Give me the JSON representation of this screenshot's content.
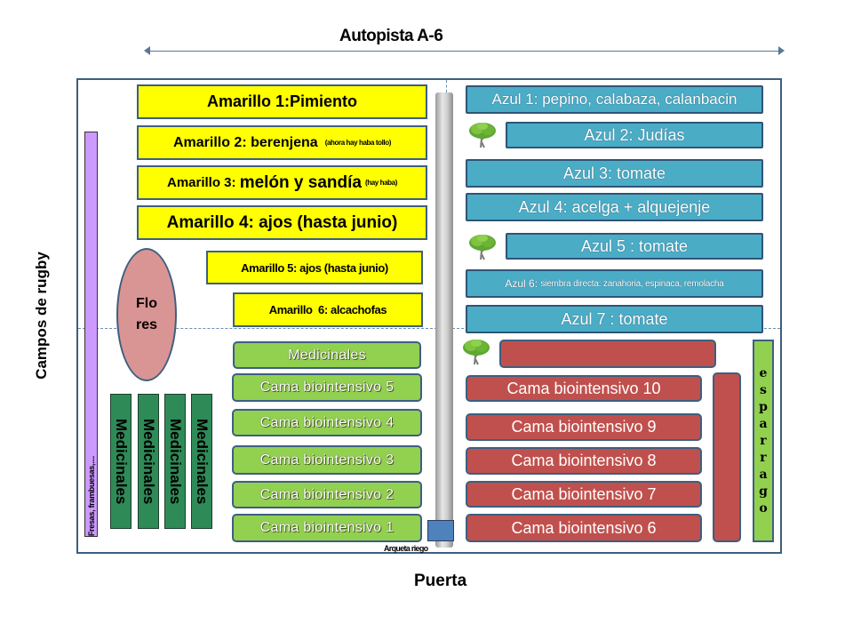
{
  "header": {
    "top_label": "Autopista A-6",
    "left_label": "Campos de rugby",
    "bottom_label": "Puerta"
  },
  "colors": {
    "amarillo": "#ffff00",
    "azul": "#4bacc6",
    "verde": "#92d050",
    "rojo": "#c0504d",
    "medicinales_verticales": "#2e8b57",
    "fresas": "#cc99ff",
    "flores": "#d99594",
    "borde": "#3d5f80"
  },
  "amarillo": [
    {
      "main": "Amarillo 1:Pimiento",
      "note": ""
    },
    {
      "main": "Amarillo 2: berenjena",
      "note": "(ahora hay haba tollo)"
    },
    {
      "main_a": "Amarillo 3: ",
      "main_b": "melón y sandía",
      "note": "(hay haba)"
    },
    {
      "main": "Amarillo 4: ajos (hasta junio)",
      "note": ""
    },
    {
      "main": "Amarillo 5: ajos (hasta junio)",
      "note": ""
    },
    {
      "main": "Amarillo  6: alcachofas",
      "note": ""
    }
  ],
  "azul": [
    {
      "label": "Azul 1: pepino, calabaza, calanbacin"
    },
    {
      "label": "Azul 2: Judías"
    },
    {
      "label": "Azul 3: tomate"
    },
    {
      "label": "Azul 4: acelga + alquejenje"
    },
    {
      "label": "Azul 5 : tomate"
    },
    {
      "label_a": "Azul 6: ",
      "label_b": "siembra directa: zanahoria, espinaca, remolacha"
    },
    {
      "label": "Azul 7 : tomate"
    }
  ],
  "verde": [
    {
      "label": "Medicinales"
    },
    {
      "label": "Cama biointensivo 5"
    },
    {
      "label": "Cama biointensivo 4"
    },
    {
      "label": "Cama biointensivo 3"
    },
    {
      "label": "Cama biointensivo 2"
    },
    {
      "label": "Cama biointensivo 1"
    }
  ],
  "rojo": [
    {
      "label": ""
    },
    {
      "label": "Cama biointensivo 10"
    },
    {
      "label": "Cama biointensivo 9"
    },
    {
      "label": "Cama biointensivo 8"
    },
    {
      "label": "Cama biointensivo 7"
    },
    {
      "label": "Cama biointensivo 6"
    }
  ],
  "medicinales_verticales": [
    "Medicinales",
    "Medicinales",
    "Medicinales",
    "Medicinales"
  ],
  "flores": {
    "line1": "Flo",
    "line2": "res"
  },
  "fresas": {
    "label": "Fresas, frambuesas,...."
  },
  "esparrago": {
    "letters": [
      "e",
      "s",
      "p",
      "a",
      "r",
      "r",
      "a",
      "g",
      "o"
    ]
  },
  "arqueta": {
    "label": "Arqueta riego"
  }
}
